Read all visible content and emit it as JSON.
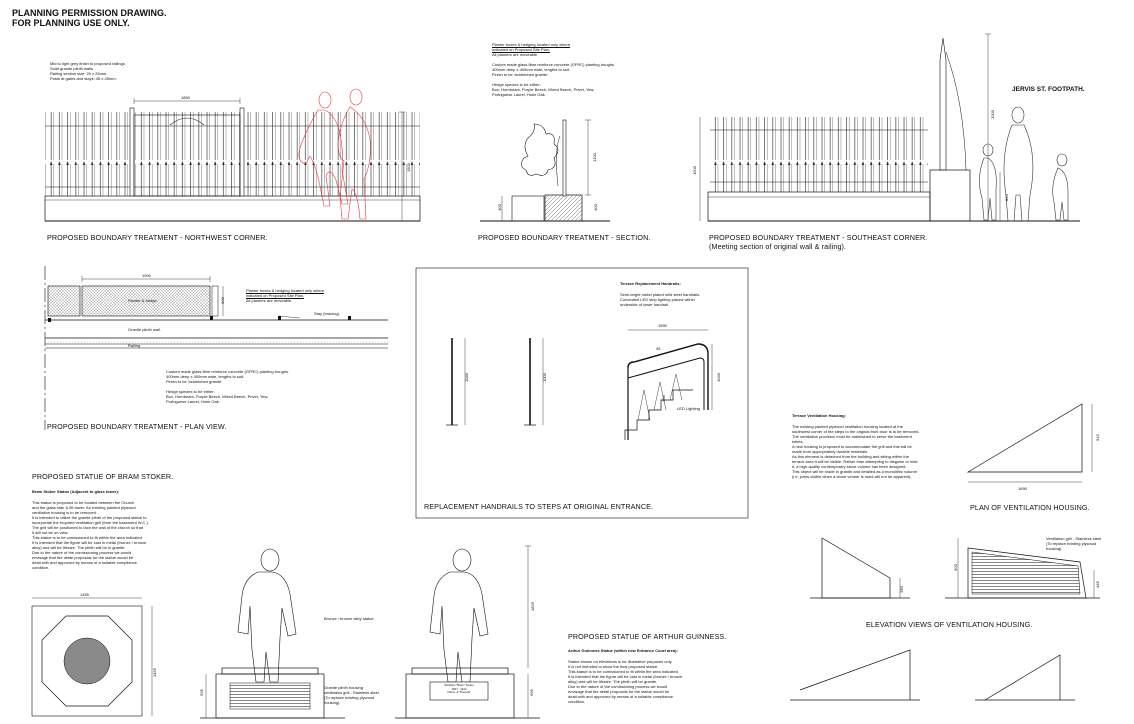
{
  "header": {
    "line1": "PLANNING PERMISSION DRAWING.",
    "line2": "FOR PLANNING USE  ONLY."
  },
  "captions": {
    "northwest": "PROPOSED BOUNDARY TREATMENT - NORTHWEST CORNER.",
    "section": "PROPOSED BOUNDARY TREATMENT - SECTION.",
    "southeast": "PROPOSED BOUNDARY TREATMENT - SOUTHEAST CORNER.",
    "southeast_sub": "(Meeting section of original wall & railing).",
    "plan_view": "PROPOSED BOUNDARY TREATMENT - PLAN VIEW.",
    "stoker": "PROPOSED STATUE OF BRAM STOKER.",
    "handrails": "REPLACEMENT HANDRAILS TO STEPS AT ORIGINAL ENTRANCE.",
    "plan_ventilation": "PLAN OF VENTILATION HOUSING.",
    "elevation_ventilation": "ELEVATION VIEWS OF VENTILATION HOUSING.",
    "guinness": "PROPOSED STATUE OF ARTHUR GUINNESS."
  },
  "notes": {
    "railing_spec": "Mid to light grey finish to proposed railings.\nSolid granite plinth walls.\nRailing section size: 25 x 25mm.\nPosts at gates and stays: 45 x 45mm.",
    "planter_section_title": "Planter boxes & hedging located only where\nindicated on Proposed Site Plan.",
    "planter_section_body": "All planters are moveable.\n\nCustom made glass fibre reinforce concrete (GFRC) planting troughs.\n400mm deep x 400mm wide, lengths to suit.\nFinish to be 'acidetched granite'.\n\nHedge species to be either:\nBox, Hornbeam, Purple Beech, Mixed Beech, Privet, Yew,\nPortuguese Laurel, Holm Oak.",
    "footpath": "JERVIS ST. FOOTPATH.",
    "planter_plan_title": "Planter boxes & hedging located only where\nindicated on Proposed Site Plan.",
    "planter_plan_body": "All planters are moveable.",
    "planter_hedge": "Planter & hedge.",
    "stay_bracing": "Stay (bracing).",
    "granite_wall": "Granite plinth wall.",
    "railing_label": "Railing.",
    "gfrc_plan": "Custom made glass fibre reinforce concrete (GFRC) planting troughs.\n400mm deep x 400mm wide, lengths to suit.\nFinish to be 'acidetched granite'.\n\nHedge species to be either:\nBox, Hornbeam, Purple Beech, Mixed Beech, Privet, Yew,\nPortuguese Laurel, Holm Oak.",
    "handrails_title": "Terrace Replacement Handrails:",
    "handrails_body": "Semi-bright nickel plated mild steel handrails.\nConcealed LED strip lighting placed within\nunderside of lower handrail.",
    "led_lighting": "LED Lighting",
    "vent_title": "Terrace Ventilation Housing:",
    "vent_body": "The existing painted plywood ventilation housing located at the\nsouthwest corner of the steps to the original front door is to be removed.\nThe ventilation provision must be maintained to serve the basement\ntoilets.\nA new housing is proposed to accommodate the grill and this will be\nmade from appropriately durable materials.\nAs this element is detached from the building and sitting within the\nterrace area it will be visible. Rather than attempting to disguise or hide\nit, a high-quality contemporary stone volume has been designed.\nThis object will be made in granite and detailed as a monolithic volume\n(i.e. joints visible when a stone veneer is used will not be apparent).",
    "vent_grill": "Ventilation grill - Stainless steel.\n(To replace existing plywood\nhousing).",
    "stoker_title": "Bram Stoker Statue (Adjacent to glass tower):",
    "stoker_body": "This statue is proposed to be located between the Church\nand the glass stair & lift tower. An existing painted plywood\nventilation housing is to be removed.\nIt is intended to utilize the granite plinth of the proposed statue to\nincorporate the required ventilation grill (from the basement W.C.).\nThe grill will be positioned to face the wall of the church so that\nit will not be on view.\nThis statue is to be comissioned to fit within the area indicated.\nIt is intended that the figure will be cast in metal (bronze / bronze\nalloy) and will be lifesize. The plinth will be in granite.\nDue to the nature of the comissioning process we would\nenvisage that the detail proposals for the statue would be\ndealt with and approved by means of a suitable compliance\ncondition.",
    "bronze": "Bronze / bronze alloy statue.",
    "granite_grill": "Granite plinth housing\nventilation grill - Stainless steel.\n(To replace existing plywood\nhousing).",
    "plaque": "Abraham \"Bram\" Stoker\n1847 - 1912\nAuthor of \"Dracula\"",
    "guinness_title": "Arthur Guinness Statue (within new Entrance Court area):",
    "guinness_body": "Statue shown on elevations is for illustrative purposes only.\nIt is not intended to show the final proposed statue.\nThis statue is to be comissioned to fit within the area indicated.\nIt is intended that the figure will be cast in metal (bronze / bronze\nalloy)  and will be lifesize. The plinth will be granite.\nDue to the nature of the comissioning process we would\nenvisage that the detail proposals for the statue would be\ndealt with and approved by means of a suitable compliance\ncondition."
  },
  "dimensions": {
    "nw_gate": "1850",
    "nw_height": "1500",
    "sec_height": "1100",
    "sec_400a": "400",
    "sec_400b": "400",
    "se_2000": "2000",
    "se_1500": "1500",
    "se_820": "820",
    "plan_1900": "1900",
    "plan_600": "600",
    "hr_1040a": "1040",
    "hr_1000": "1000",
    "hr_1590": "1590",
    "hr_1040b": "1040",
    "hr_400": "400",
    "hr_45": "45",
    "vent_1690": "1690",
    "vent_915": "915",
    "elev_280": "280",
    "elev_900": "900",
    "elev_445": "445",
    "stoker_1455a": "1455",
    "stoker_1455b": "1455",
    "stoker_595": "595",
    "stoker_1825": "1825",
    "stoker_695": "695"
  },
  "colors": {
    "ink": "#111111",
    "hatch": "#555555",
    "figure_red": "#e23a3a",
    "disc_fill": "#8a8a8a"
  }
}
